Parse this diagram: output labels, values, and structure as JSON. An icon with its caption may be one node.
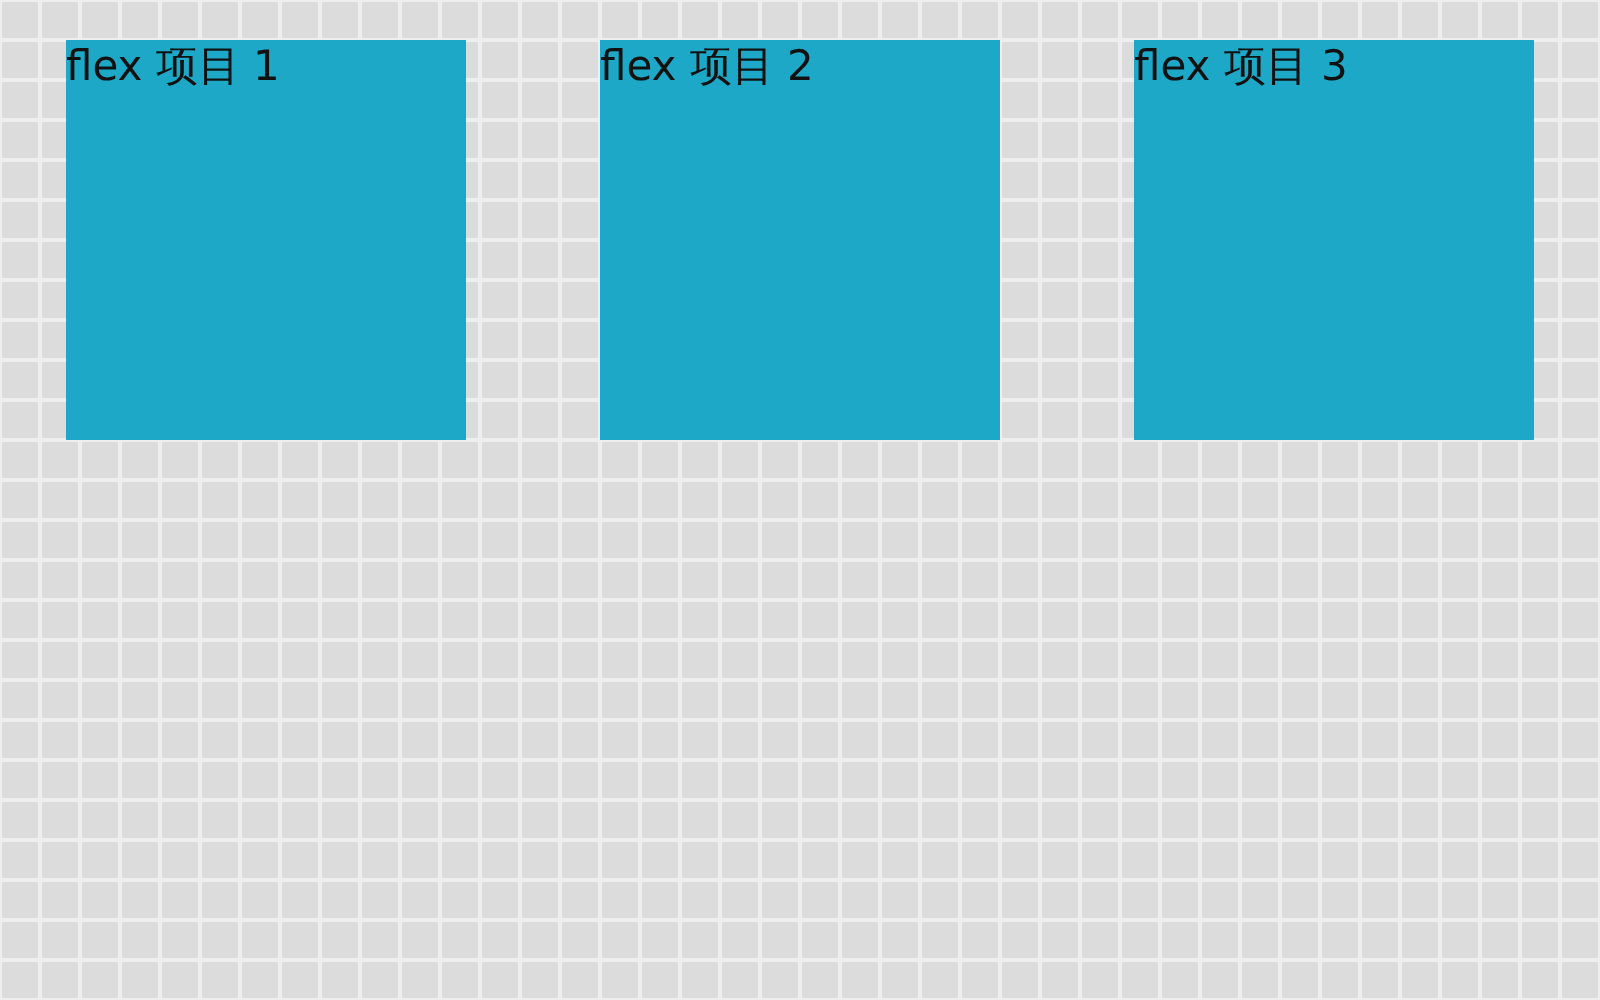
{
  "diagram": {
    "nodes": [
      {
        "text": [
          "flex 项目 1"
        ]
      },
      {
        "text": [
          "flex 项目 2"
        ]
      },
      {
        "text": [
          "flex 项目 3"
        ]
      }
    ]
  }
}
